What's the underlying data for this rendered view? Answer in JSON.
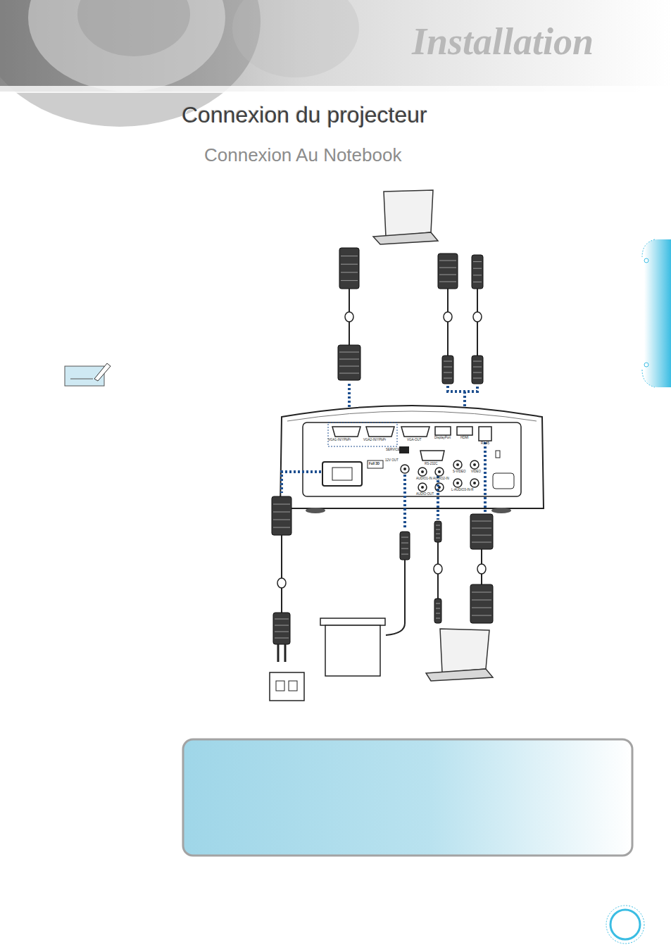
{
  "diagram": {
    "title": "Connexion du projecteur",
    "labels": [
      "Installation",
      "Connexion Au Notebook",
      "VGA1-IN/YPbPr",
      "VGA2-IN/YPbPr",
      "VGA-OUT",
      "DisplayPort",
      "HDMI",
      "RJ-45",
      "SERVICE",
      "12V OUT",
      "RS-232C",
      "AUDIO1-IN",
      "AUDIO2-IN",
      "S-VIDEO",
      "VIDEO",
      "AUDIO-OUT",
      "L-AUDIO3-IN-R",
      "Full 3D"
    ]
  }
}
